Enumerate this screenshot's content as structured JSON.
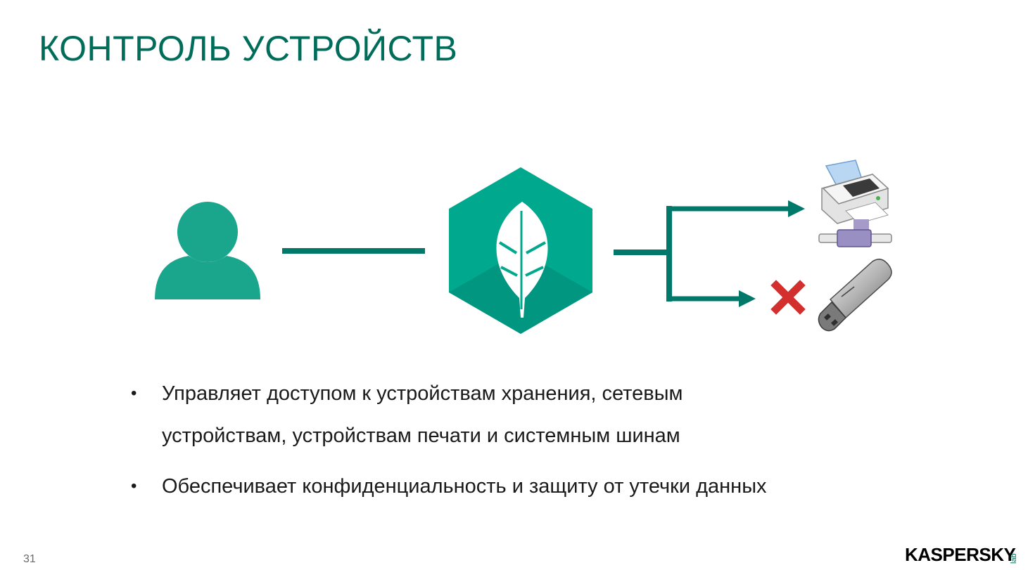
{
  "slide": {
    "title": "КОНТРОЛЬ УСТРОЙСТВ",
    "page_number": "31"
  },
  "bullets": [
    {
      "line1": "Управляет доступом к устройствам хранения, сетевым",
      "line2": "устройствам, устройствам печати и системным шинам"
    },
    {
      "line1": "Обеспечивает конфиденциальность и защиту от утечки данных"
    }
  ],
  "bullet_symbol": "•",
  "logo": {
    "text": "KASPERSKY",
    "suffix": "lab"
  },
  "diagram": {
    "icons": [
      "user-icon",
      "kaspersky-hexagon-icon",
      "network-printer-icon",
      "usb-drive-icon",
      "blocked-x-icon"
    ]
  },
  "colors": {
    "title": "#006d5b",
    "accent_dark": "#00796b",
    "accent": "#00a88e",
    "user": "#1aa68c",
    "block": "#d32f2f"
  }
}
